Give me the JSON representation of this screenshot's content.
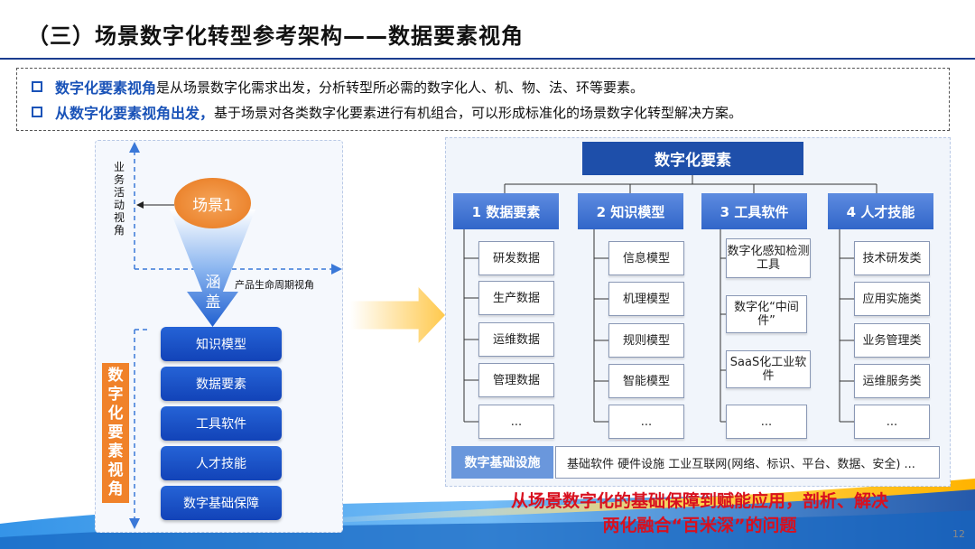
{
  "title": "（三）场景数字化转型参考架构——数据要素视角",
  "intro": {
    "line1_em": "数字化要素视角",
    "line1_rest": "是从场景数字化需求出发，分析转型所必需的数字化人、机、物、法、环等要素。",
    "line2_em": "从数字化要素视角出发，",
    "line2_rest": "基于场景对各类数字化要素进行有机组合，可以形成标准化的场景数字化转型解决方案。"
  },
  "left": {
    "vertical_axis_label": "业务活动视角",
    "horizontal_axis_label": "产品生命周期视角",
    "scene": "场景1",
    "cover": "涵盖",
    "side_label": "数字化要素视角",
    "buttons": [
      "知识模型",
      "数据要素",
      "工具软件",
      "人才技能",
      "数字基础保障"
    ]
  },
  "right": {
    "top": "数字化要素",
    "categories": [
      {
        "label": "1 数据要素",
        "items": [
          "研发数据",
          "生产数据",
          "运维数据",
          "管理数据",
          "..."
        ]
      },
      {
        "label": "2 知识模型",
        "items": [
          "信息模型",
          "机理模型",
          "规则模型",
          "智能模型",
          "..."
        ]
      },
      {
        "label": "3 工具软件",
        "items": [
          "数字化感知检测工具",
          "数字化“中间件”",
          "SaaS化工业软件",
          "..."
        ]
      },
      {
        "label": "4 人才技能",
        "items": [
          "技术研发类",
          "应用实施类",
          "业务管理类",
          "运维服务类",
          "..."
        ]
      }
    ],
    "infra_label": "数字基础设施",
    "infra_text": "基础软件  硬件设施  工业互联网(网络、标识、平台、数据、安全) ..."
  },
  "conclusion_line1": "从场景数字化的基础保障到赋能应用，剖析、解决",
  "conclusion_line2": "两化融合“百米深”的问题",
  "page_number": "12",
  "colors": {
    "brand_blue": "#1e4faa",
    "accent_orange": "#f0822a",
    "conclusion_red": "#d8101f"
  }
}
